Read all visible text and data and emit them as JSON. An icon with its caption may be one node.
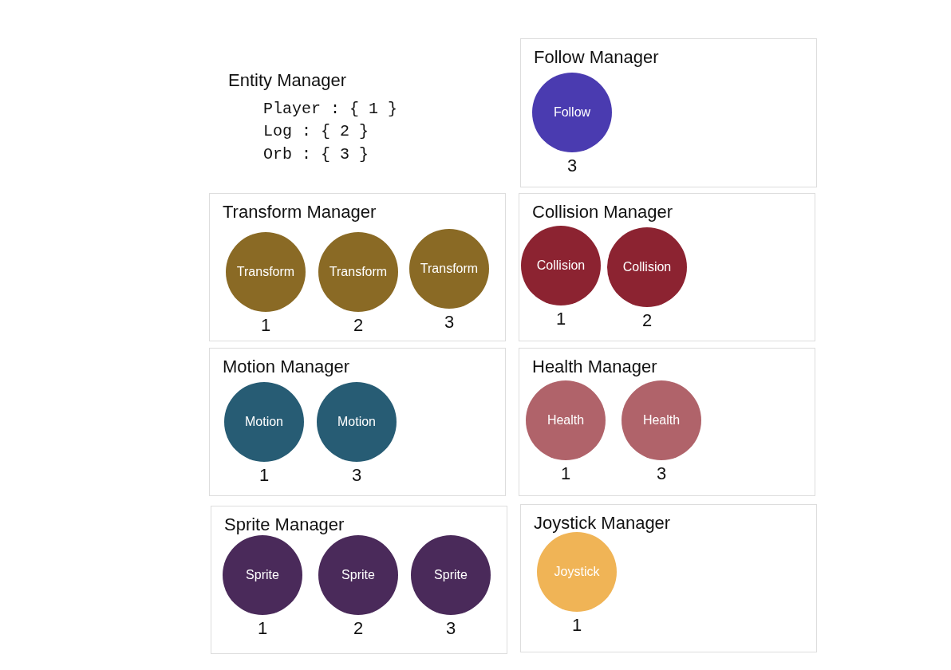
{
  "diagram": {
    "nodes": [
      {
        "text": [
          "Follow Manager"
        ]
      },
      {
        "text": [
          "Follow"
        ],
        "in": 0,
        "beside": [
          "3"
        ]
      },
      {
        "text": [
          "Transform Manager"
        ]
      },
      {
        "text": [
          "Transform"
        ],
        "in": 2,
        "beside": [
          "1"
        ]
      },
      {
        "text": [
          "Transform"
        ],
        "in": 2,
        "beside": [
          "2"
        ]
      },
      {
        "text": [
          "Transform"
        ],
        "in": 2,
        "beside": [
          "3"
        ]
      },
      {
        "text": [
          "Collision Manager"
        ]
      },
      {
        "text": [
          "Collision"
        ],
        "in": 6,
        "beside": [
          "1"
        ]
      },
      {
        "text": [
          "Collision"
        ],
        "in": 6,
        "beside": [
          "2"
        ]
      },
      {
        "text": [
          "Motion Manager"
        ]
      },
      {
        "text": [
          "Motion"
        ],
        "in": 9,
        "beside": [
          "1"
        ]
      },
      {
        "text": [
          "Motion"
        ],
        "in": 9,
        "beside": [
          "3"
        ]
      },
      {
        "text": [
          "Health Manager"
        ]
      },
      {
        "text": [
          "Health"
        ],
        "in": 12,
        "beside": [
          "1"
        ]
      },
      {
        "text": [
          "Health"
        ],
        "in": 12,
        "beside": [
          "3"
        ]
      },
      {
        "text": [
          "Sprite Manager"
        ]
      },
      {
        "text": [
          "Sprite"
        ],
        "in": 15,
        "beside": [
          "1"
        ]
      },
      {
        "text": [
          "Sprite"
        ],
        "in": 15,
        "beside": [
          "2"
        ]
      },
      {
        "text": [
          "Sprite"
        ],
        "in": 15,
        "beside": [
          "3"
        ]
      },
      {
        "text": [
          "Joystick Manager"
        ]
      },
      {
        "text": [
          "Joystick"
        ],
        "in": 19,
        "beside": [
          "1"
        ]
      }
    ],
    "edges": [],
    "labels": [
      "Entity Manager",
      "Player : { 1 }",
      "Log : { 2 }",
      "Orb : { 3 }"
    ]
  }
}
